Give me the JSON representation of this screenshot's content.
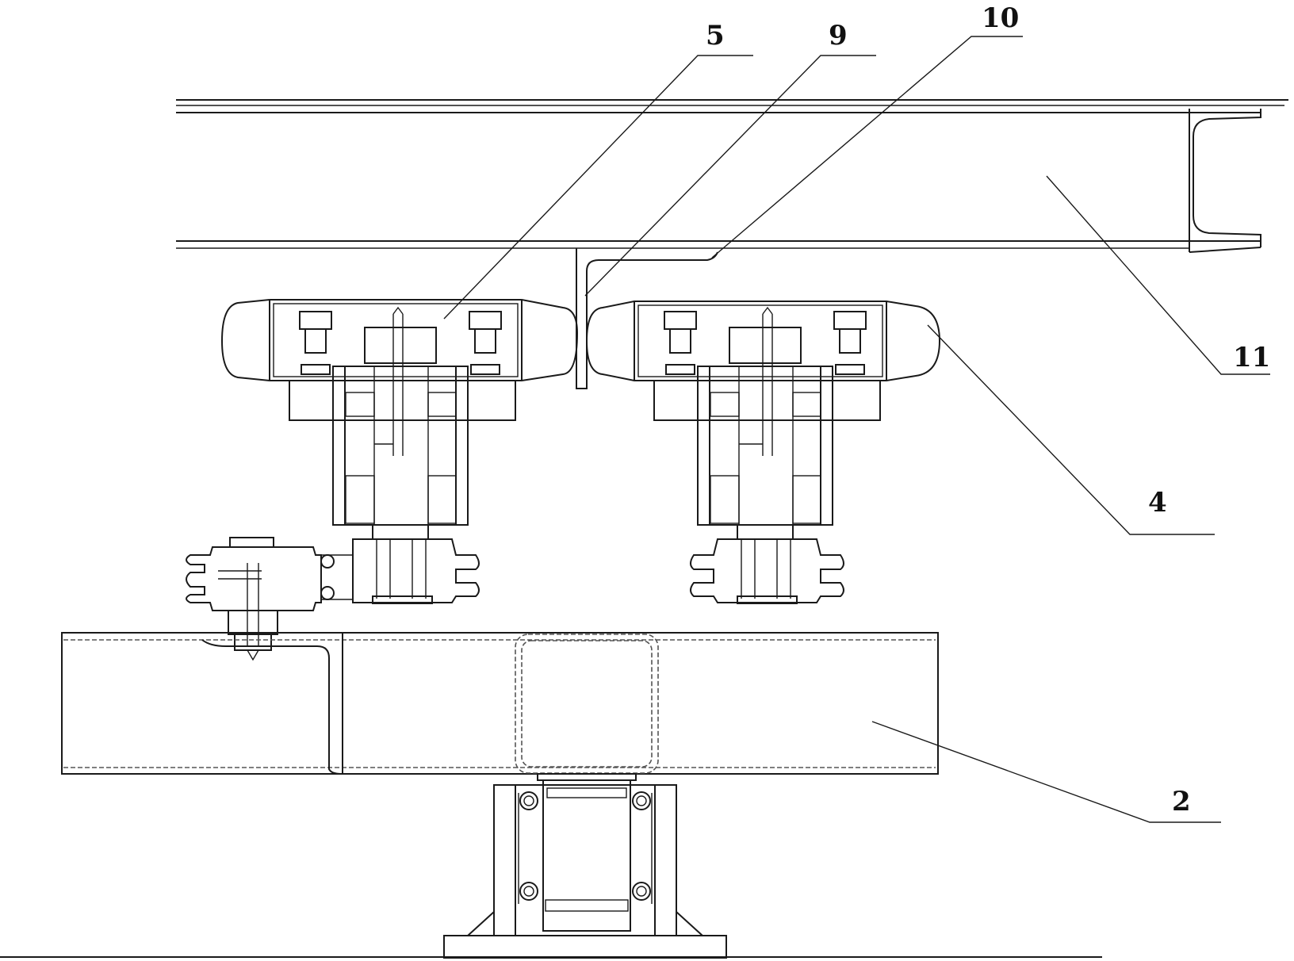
{
  "labels": {
    "l5": "5",
    "l9": "9",
    "l10": "10",
    "l11": "11",
    "l4": "4",
    "l2": "2"
  }
}
